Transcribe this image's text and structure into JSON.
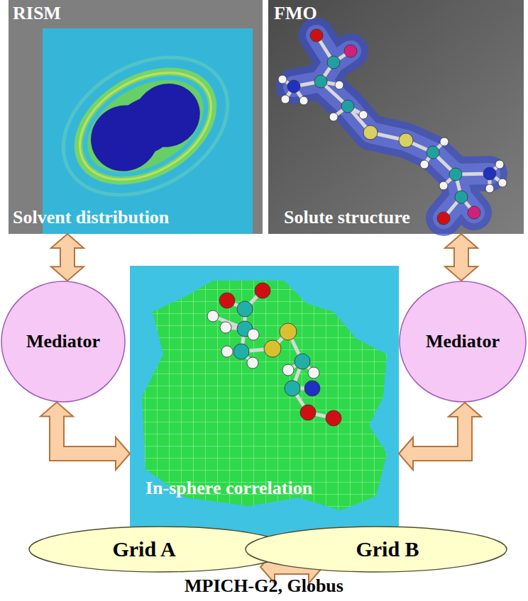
{
  "diagram": {
    "nodes": [
      {
        "text": [
          "RISM",
          "Solvent distribution"
        ]
      },
      {
        "text": [
          "FMO",
          "Solute structure"
        ]
      },
      {
        "text": [
          "Mediator"
        ]
      },
      {
        "text": [
          "In-sphere correlation"
        ]
      },
      {
        "text": [
          "Mediator"
        ]
      },
      {
        "text": [
          "Grid A"
        ]
      },
      {
        "text": [
          "Grid B"
        ]
      }
    ],
    "edges": [
      {
        "from": 0,
        "to": 2,
        "arrow": "both"
      },
      {
        "from": 2,
        "to": 3,
        "arrow": "both"
      },
      {
        "from": 1,
        "to": 4,
        "arrow": "both"
      },
      {
        "from": 4,
        "to": 3,
        "arrow": "both"
      },
      {
        "from": 5,
        "to": 6,
        "arrow": "both"
      }
    ],
    "labels": [
      "MPICH-G2, Globus"
    ]
  }
}
